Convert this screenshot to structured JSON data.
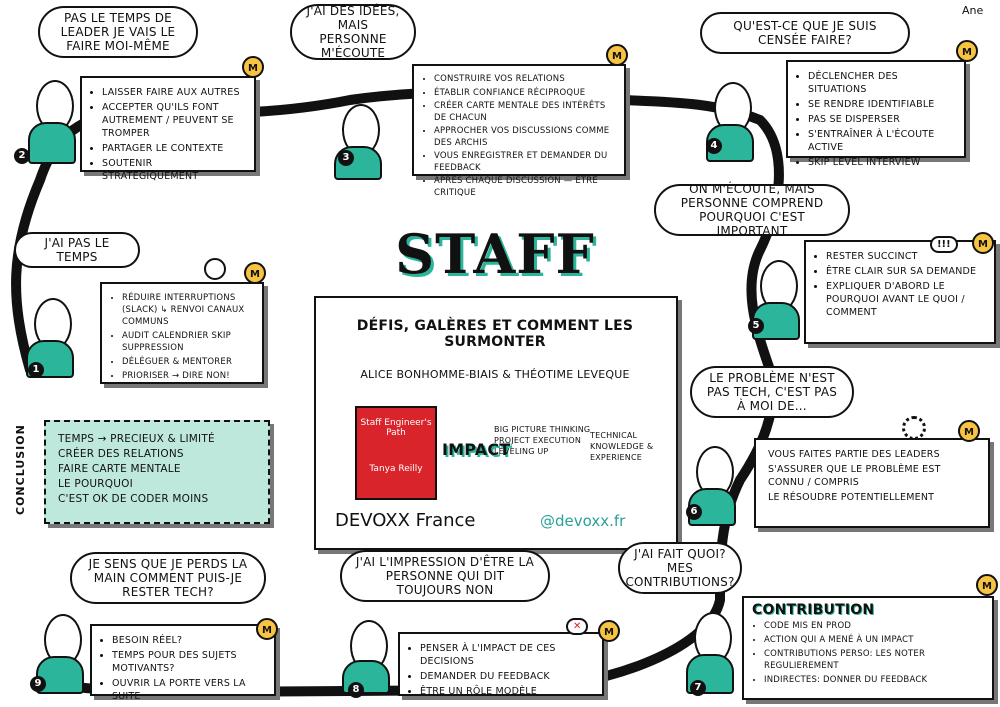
{
  "header": {
    "title": "STAFF ENGINEER",
    "subtitle": "DÉFIS, GALÈRES ET COMMENT LES SURMONTER",
    "authors": "ALICE BONHOMME-BIAIS & THÉOTIME LEVEQUE",
    "signature": "Ane"
  },
  "book": {
    "title": "Staff Engineer's Path",
    "author": "Tanya Reilly"
  },
  "impact": {
    "label": "IMPACT",
    "items": [
      "BIG PICTURE THINKING",
      "PROJECT EXECUTION",
      "LEVELING UP"
    ],
    "right": "TECHNICAL KNOWLEDGE & EXPERIENCE"
  },
  "footer": {
    "event": "DEVOXX France",
    "handle": "@devoxx.fr"
  },
  "conclusion": {
    "label": "CONCLUSION",
    "items": [
      "TEMPS → PRECIEUX & LIMITÉ",
      "CRÉER DES RELATIONS",
      "FAIRE CARTE MENTALE",
      "LE POURQUOI",
      "C'EST OK DE CODER MOINS"
    ]
  },
  "sections": [
    {
      "num": "1",
      "bubble": "J'AI PAS LE TEMPS",
      "items": [
        "RÉDUIRE INTERRUPTIONS (SLACK) ↳ RENVOI CANAUX COMMUNS",
        "AUDIT CALENDRIER SKIP SUPPRESSION",
        "DÉLÉGUER & MENTORER",
        "PRIORISER → DIRE NON!"
      ]
    },
    {
      "num": "2",
      "bubble": "PAS LE TEMPS DE LEADER JE VAIS LE FAIRE MOI-MÊME",
      "items": [
        "LAISSER FAIRE AUX AUTRES",
        "ACCEPTER QU'ILS FONT AUTREMENT / PEUVENT SE TROMPER",
        "PARTAGER LE CONTEXTE",
        "SOUTENIR STRATÉGIQUEMENT"
      ]
    },
    {
      "num": "3",
      "bubble": "J'AI DES IDÉES, MAIS PERSONNE M'ÉCOUTE",
      "items": [
        "CONSTRUIRE VOS RELATIONS",
        "ÉTABLIR CONFIANCE RÉCIPROQUE",
        "CRÉER CARTE MENTALE DES INTÉRÊTS DE CHACUN",
        "APPROCHER VOS DISCUSSIONS COMME DES ARCHIS",
        "VOUS ENREGISTRER ET DEMANDER DU FEEDBACK",
        "APRÈS CHAQUE DISCUSSION — ÊTRE CRITIQUE"
      ]
    },
    {
      "num": "4",
      "bubble": "QU'EST-CE QUE JE SUIS CENSÉE FAIRE?",
      "items": [
        "DÉCLENCHER DES SITUATIONS",
        "SE RENDRE IDENTIFIABLE",
        "PAS SE DISPERSER",
        "S'ENTRAÎNER À L'ÉCOUTE ACTIVE",
        "SKIP LEVEL INTERVIEW"
      ]
    },
    {
      "num": "5",
      "bubble": "ON M'ÉCOUTE, MAIS PERSONNE COMPREND POURQUOI C'EST IMPORTANT",
      "items": [
        "RESTER SUCCINCT",
        "ÊTRE CLAIR SUR SA DEMANDE",
        "EXPLIQUER D'ABORD LE POURQUOI AVANT LE QUOI / COMMENT"
      ]
    },
    {
      "num": "6",
      "bubble": "LE PROBLÈME N'EST PAS TECH, C'EST PAS À MOI DE...",
      "items": [
        "VOUS FAITES PARTIE DES LEADERS",
        "S'ASSURER QUE LE PROBLÈME EST CONNU / COMPRIS",
        "LE RÉSOUDRE POTENTIELLEMENT"
      ]
    },
    {
      "num": "7",
      "bubble": "J'AI FAIT QUOI? MES CONTRIBUTIONS?",
      "heading": "CONTRIBUTION",
      "items": [
        "CODE MIS EN PROD",
        "ACTION QUI A MENÉ À UN IMPACT",
        "CONTRIBUTIONS PERSO: LES NOTER REGULIEREMENT",
        "INDIRECTES: DONNER DU FEEDBACK"
      ]
    },
    {
      "num": "8",
      "bubble": "J'AI L'IMPRESSION D'ÊTRE LA PERSONNE QUI DIT TOUJOURS NON",
      "items": [
        "PENSER À L'IMPACT DE CES DECISIONS",
        "DEMANDER DU FEEDBACK",
        "ÊTRE UN RÔLE MODÈLE"
      ]
    },
    {
      "num": "9",
      "bubble": "JE SENS QUE JE PERDS LA MAIN COMMENT PUIS-JE RESTER TECH?",
      "items": [
        "BESOIN RÉEL?",
        "TEMPS POUR DES SUJETS MOTIVANTS?",
        "OUVRIR LA PORTE VERS LA SUITE"
      ]
    }
  ]
}
